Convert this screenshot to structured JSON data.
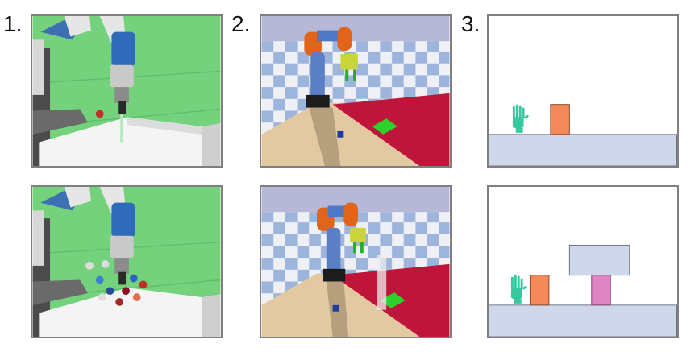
{
  "labels": {
    "one": "1.",
    "two": "2.",
    "three": "3."
  },
  "colors": {
    "sim1_wall_green": "#74d27d",
    "sim1_table": "#ffffff",
    "sim2_sky": "#b7b8d8",
    "sim2_floor_check": "#9db4dd",
    "sim2_table": "#e2c9a2",
    "sim2_red_mat": "#c0153a",
    "sim2_green_target": "#2ed12c",
    "sim3_ground": "#cfd7ea",
    "sim3_block": "#f5895a",
    "sim3_pink_block": "#e085c4",
    "sim3_hand": "#36c9a0"
  },
  "icons": [
    "robot-arm-icon",
    "hand-icon",
    "block-icon"
  ]
}
